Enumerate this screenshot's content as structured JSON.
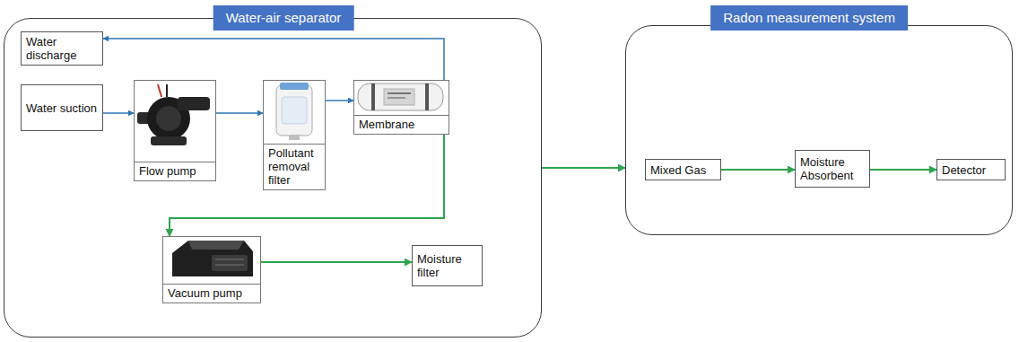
{
  "diagram": {
    "nodes": [
      {
        "text": [
          "Water-air separator"
        ]
      },
      {
        "text": [
          "Water discharge"
        ],
        "in": 0
      },
      {
        "text": [
          "Water suction"
        ],
        "in": 0
      },
      {
        "text": [
          "Flow pump"
        ],
        "in": 0
      },
      {
        "text": [
          "Pollutant removal filter"
        ],
        "in": 0
      },
      {
        "text": [
          "Membrane"
        ],
        "in": 0
      },
      {
        "text": [
          "Vacuum pump"
        ],
        "in": 0
      },
      {
        "text": [
          "Moisture filter"
        ],
        "in": 0
      },
      {
        "text": [
          "Radon measurement system"
        ]
      },
      {
        "text": [
          "Mixed Gas"
        ],
        "in": 8
      },
      {
        "text": [
          "Moisture Absorbent"
        ],
        "in": 8
      },
      {
        "text": [
          "Detector"
        ],
        "in": 8
      }
    ],
    "edges": [
      {
        "from": 2,
        "to": 3,
        "arrow": "to"
      },
      {
        "from": 3,
        "to": 4,
        "arrow": "to"
      },
      {
        "from": 4,
        "to": 5,
        "arrow": "to"
      },
      {
        "from": 5,
        "to": 1,
        "arrow": "to"
      },
      {
        "from": 5,
        "to": 6,
        "arrow": "to"
      },
      {
        "from": 6,
        "to": 7,
        "arrow": "to"
      },
      {
        "from": 0,
        "to": 8,
        "arrow": "to"
      },
      {
        "from": 9,
        "to": 10,
        "arrow": "to"
      },
      {
        "from": 10,
        "to": 11,
        "arrow": "to"
      }
    ]
  }
}
